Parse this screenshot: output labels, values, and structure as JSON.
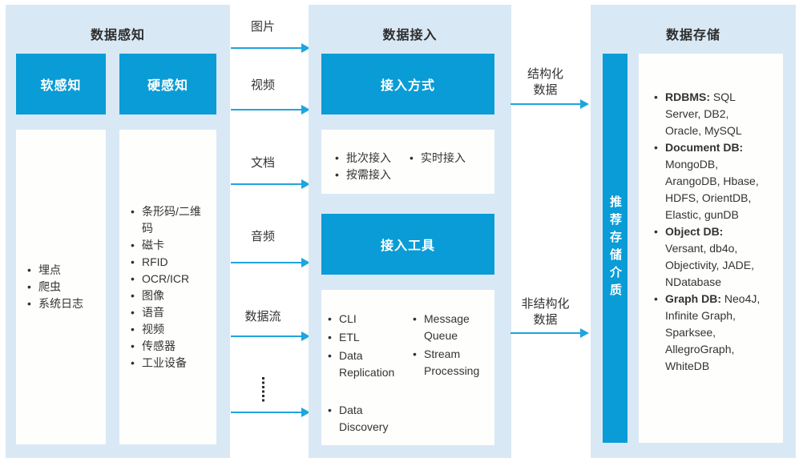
{
  "colors": {
    "panel_background": "#D9E8F5",
    "accent_blue": "#099CD6",
    "arrow_blue": "#1EA5DE",
    "text_dark": "#333333",
    "box_white": "#FFFFFF"
  },
  "icons": {
    "more_indicator": "vertical-dotted-ellipsis"
  },
  "perception": {
    "title": "数据感知",
    "soft_header": "软感知",
    "hard_header": "硬感知",
    "soft_items": [
      "埋点",
      "爬虫",
      "系统日志"
    ],
    "hard_items": [
      "条形码/二维码",
      "磁卡",
      "RFID",
      "OCR/ICR",
      "图像",
      "语音",
      "视频",
      "传感器",
      "工业设备"
    ]
  },
  "flow_left": {
    "labels": [
      "图片",
      "视频",
      "文档",
      "音频",
      "数据流"
    ]
  },
  "access": {
    "title": "数据接入",
    "methods_header": "接入方式",
    "methods_col1": [
      "批次接入",
      "按需接入"
    ],
    "methods_col2": [
      "实时接入"
    ],
    "tools_header": "接入工具",
    "tools_col1": [
      "CLI",
      "ETL",
      "Data Replication"
    ],
    "tools_col1_extra": [
      "Data Discovery"
    ],
    "tools_col2": [
      "Message Queue",
      "Stream Processing"
    ]
  },
  "flow_right": {
    "items": [
      {
        "lines": [
          "结构化",
          "数据"
        ]
      },
      {
        "lines": [
          "非结构化",
          "数据"
        ]
      }
    ]
  },
  "storage": {
    "title": "数据存储",
    "sidebar_label": "推荐存储介质",
    "categories": [
      {
        "name": "RDBMS:",
        "value": "SQL Server, DB2, Oracle, MySQL"
      },
      {
        "name": "Document DB:",
        "value": "MongoDB, ArangoDB, Hbase, HDFS, OrientDB, Elastic, gunDB"
      },
      {
        "name": "Object DB:",
        "value": "Versant, db4o, Objectivity, JADE, NDatabase"
      },
      {
        "name": "Graph DB:",
        "value": "Neo4J, Infinite Graph, Sparksee, AllegroGraph, WhiteDB"
      }
    ]
  }
}
